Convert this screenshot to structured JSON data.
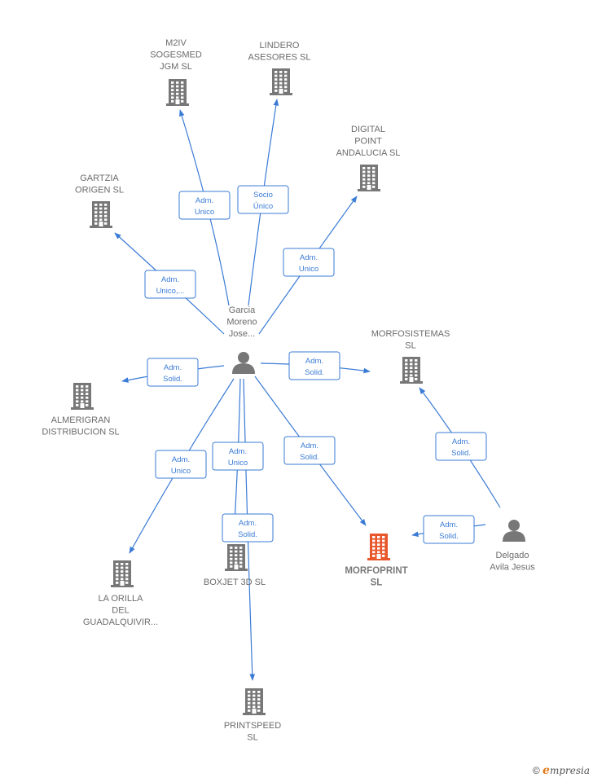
{
  "colors": {
    "edge": "#3a7bd5",
    "company": "#777777",
    "highlight": "#e8562a",
    "person": "#777777"
  },
  "nodes": [
    {
      "id": "m2iv",
      "type": "company",
      "label": [
        "M2IV",
        "SOGESMED",
        "JGM SL"
      ]
    },
    {
      "id": "lindero",
      "type": "company",
      "label": [
        "LINDERO",
        "ASESORES SL"
      ]
    },
    {
      "id": "digital",
      "type": "company",
      "label": [
        "DIGITAL",
        "POINT",
        "ANDALUCIA SL"
      ]
    },
    {
      "id": "gartzia",
      "type": "company",
      "label": [
        "GARTZIA",
        "ORIGEN SL"
      ]
    },
    {
      "id": "garcia",
      "type": "person",
      "label": [
        "Garcia",
        "Moreno",
        "Jose..."
      ]
    },
    {
      "id": "morfosistemas",
      "type": "company",
      "label": [
        "MORFOSISTEMAS",
        "SL"
      ]
    },
    {
      "id": "almerigran",
      "type": "company",
      "label": [
        "ALMERIGRAN",
        "DISTRIBUCION SL"
      ]
    },
    {
      "id": "orilla",
      "type": "company",
      "label": [
        "LA ORILLA",
        "DEL",
        "GUADALQUIVIR..."
      ]
    },
    {
      "id": "boxjet",
      "type": "company",
      "label": [
        "BOXJET 3D SL"
      ]
    },
    {
      "id": "morfoprint",
      "type": "company",
      "highlight": true,
      "label": [
        "MORFOPRINT",
        "SL"
      ]
    },
    {
      "id": "delgado",
      "type": "person",
      "label": [
        "Delgado",
        "Avila Jesus"
      ]
    },
    {
      "id": "printspeed",
      "type": "company",
      "label": [
        "PRINTSPEED",
        "SL"
      ]
    }
  ],
  "edges": [
    {
      "from": "garcia",
      "to": "m2iv",
      "label": [
        "Adm.",
        "Unico"
      ]
    },
    {
      "from": "garcia",
      "to": "lindero",
      "label": [
        "Socio",
        "Único"
      ]
    },
    {
      "from": "garcia",
      "to": "digital",
      "label": [
        "Adm.",
        "Unico"
      ]
    },
    {
      "from": "garcia",
      "to": "gartzia",
      "label": [
        "Adm.",
        "Unico,..."
      ]
    },
    {
      "from": "garcia",
      "to": "almerigran",
      "label": [
        "Adm.",
        "Solid."
      ]
    },
    {
      "from": "garcia",
      "to": "morfosistemas",
      "label": [
        "Adm.",
        "Solid."
      ]
    },
    {
      "from": "garcia",
      "to": "orilla",
      "label": [
        "Adm.",
        "Unico"
      ]
    },
    {
      "from": "garcia",
      "to": "boxjet",
      "label": [
        "Adm.",
        "Unico"
      ]
    },
    {
      "from": "garcia",
      "to": "printspeed",
      "label": [
        "Adm.",
        "Solid."
      ]
    },
    {
      "from": "garcia",
      "to": "morfoprint",
      "label": [
        "Adm.",
        "Solid."
      ]
    },
    {
      "from": "delgado",
      "to": "morfosistemas",
      "label": [
        "Adm.",
        "Solid."
      ]
    },
    {
      "from": "delgado",
      "to": "morfoprint",
      "label": [
        "Adm.",
        "Solid."
      ]
    }
  ],
  "footer": {
    "copyright": "©",
    "brand_initial": "e",
    "brand_rest": "mpresia"
  }
}
